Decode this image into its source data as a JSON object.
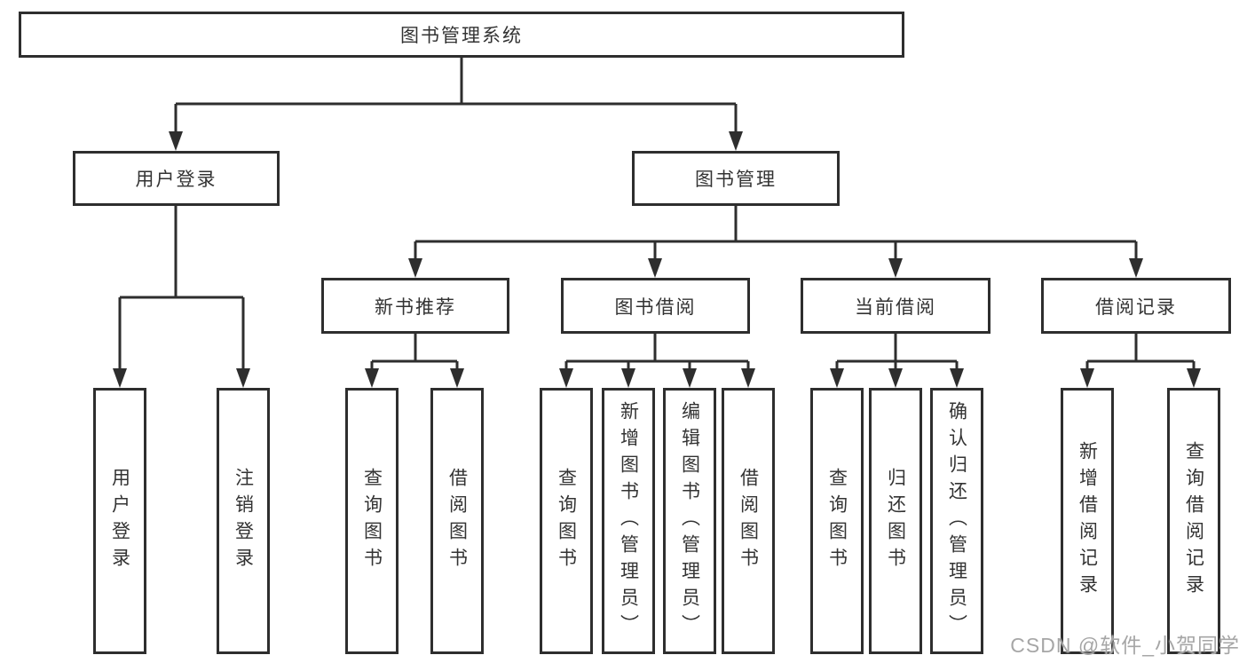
{
  "diagram": {
    "title": "图书管理系统",
    "nodes": {
      "root": "图书管理系统",
      "l2": [
        "用户登录",
        "图书管理"
      ],
      "l3": [
        "新书推荐",
        "图书借阅",
        "当前借阅",
        "借阅记录"
      ],
      "leaves_login": [
        "用户登录",
        "注销登录"
      ],
      "leaves_recommend": [
        "查询图书",
        "借阅图书"
      ],
      "leaves_borrow": [
        "查询图书",
        "新增图书（管理员）",
        "编辑图书（管理员）",
        "借阅图书"
      ],
      "leaves_current": [
        "查询图书",
        "归还图书",
        "确认归还（管理员）"
      ],
      "leaves_records": [
        "新增借阅记录",
        "查询借阅记录"
      ]
    },
    "colors": {
      "line": "#2e2e2e",
      "text": "#333333",
      "background": "#ffffff",
      "watermark": "#a6a6a6"
    }
  },
  "watermark": {
    "text": "CSDN @软件_小贺同学"
  }
}
